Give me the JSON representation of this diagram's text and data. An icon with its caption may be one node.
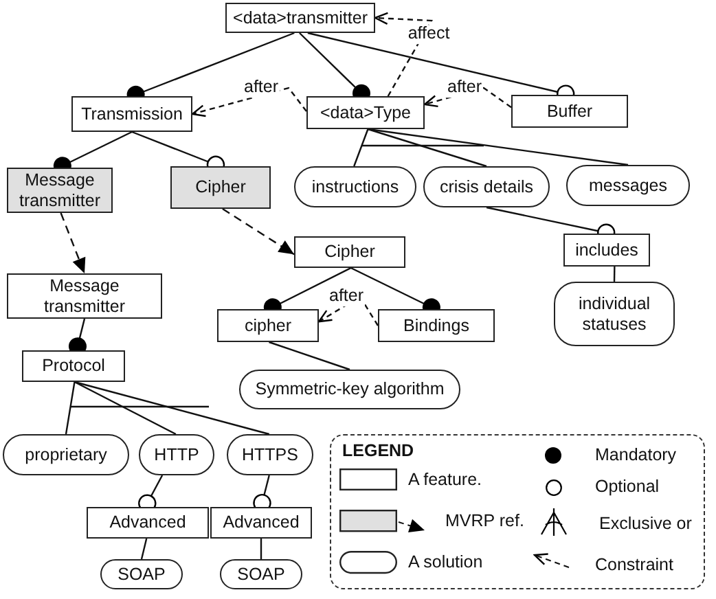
{
  "diagram": {
    "nodes": [
      {
        "text": [
          "<data>transmitter"
        ]
      },
      {
        "text": [
          "Transmission"
        ]
      },
      {
        "text": [
          "<data>Type"
        ]
      },
      {
        "text": [
          "Buffer"
        ]
      },
      {
        "text": [
          "Message transmitter"
        ]
      },
      {
        "text": [
          "Cipher"
        ]
      },
      {
        "text": [
          "instructions"
        ]
      },
      {
        "text": [
          "crisis details"
        ]
      },
      {
        "text": [
          "messages"
        ]
      },
      {
        "text": [
          "Cipher"
        ]
      },
      {
        "text": [
          "includes"
        ]
      },
      {
        "text": [
          "Message transmitter"
        ]
      },
      {
        "text": [
          "cipher"
        ]
      },
      {
        "text": [
          "Bindings"
        ]
      },
      {
        "text": [
          "individual statuses"
        ]
      },
      {
        "text": [
          "Protocol"
        ]
      },
      {
        "text": [
          "Symmetric-key algorithm"
        ]
      },
      {
        "text": [
          "proprietary"
        ]
      },
      {
        "text": [
          "HTTP"
        ]
      },
      {
        "text": [
          "HTTPS"
        ]
      },
      {
        "text": [
          "Advanced"
        ]
      },
      {
        "text": [
          "Advanced"
        ]
      },
      {
        "text": [
          "SOAP"
        ]
      },
      {
        "text": [
          "SOAP"
        ]
      }
    ],
    "edges": [
      {
        "from": 0,
        "to": 1,
        "arrow": "other"
      },
      {
        "from": 0,
        "to": 2,
        "arrow": "other"
      },
      {
        "from": 0,
        "to": 3,
        "arrow": "other"
      },
      {
        "from": 1,
        "to": 4,
        "arrow": "other"
      },
      {
        "from": 1,
        "to": 5,
        "arrow": "other"
      },
      {
        "from": 2,
        "to": 6,
        "arrow": "none"
      },
      {
        "from": 2,
        "to": 7,
        "arrow": "none"
      },
      {
        "from": 2,
        "to": 8,
        "arrow": "none"
      },
      {
        "from": 7,
        "to": 10,
        "arrow": "other"
      },
      {
        "from": 10,
        "to": 14,
        "arrow": "none"
      },
      {
        "from": 4,
        "to": 11,
        "arrow": "to",
        "style": "dashed"
      },
      {
        "from": 5,
        "to": 9,
        "arrow": "to",
        "style": "dashed"
      },
      {
        "from": 9,
        "to": 12,
        "arrow": "other"
      },
      {
        "from": 9,
        "to": 13,
        "arrow": "other"
      },
      {
        "from": 11,
        "to": 15,
        "arrow": "other"
      },
      {
        "from": 12,
        "to": 16,
        "arrow": "none"
      },
      {
        "from": 15,
        "to": 17,
        "arrow": "none"
      },
      {
        "from": 15,
        "to": 18,
        "arrow": "none"
      },
      {
        "from": 15,
        "to": 19,
        "arrow": "none"
      },
      {
        "from": 18,
        "to": 20,
        "arrow": "other"
      },
      {
        "from": 19,
        "to": 21,
        "arrow": "other"
      },
      {
        "from": 20,
        "to": 22,
        "arrow": "none"
      },
      {
        "from": 21,
        "to": 23,
        "arrow": "none"
      },
      {
        "from": 2,
        "to": 0,
        "arrow": "to",
        "style": "dashed",
        "label": "affect"
      },
      {
        "from": 2,
        "to": 1,
        "arrow": "to",
        "style": "dashed",
        "label": "after"
      },
      {
        "from": 3,
        "to": 2,
        "arrow": "to",
        "style": "dashed",
        "label": "after"
      },
      {
        "from": 13,
        "to": 12,
        "arrow": "to",
        "style": "dashed",
        "label": "after"
      }
    ],
    "labels": [
      "LEGEND"
    ],
    "legend": [
      {
        "text": "A feature."
      },
      {
        "text": "MVRP ref."
      },
      {
        "text": "A solution"
      },
      {
        "text": "Mandatory"
      },
      {
        "text": "Optional"
      },
      {
        "text": "Exclusive or"
      },
      {
        "text": "Constraint"
      }
    ]
  }
}
